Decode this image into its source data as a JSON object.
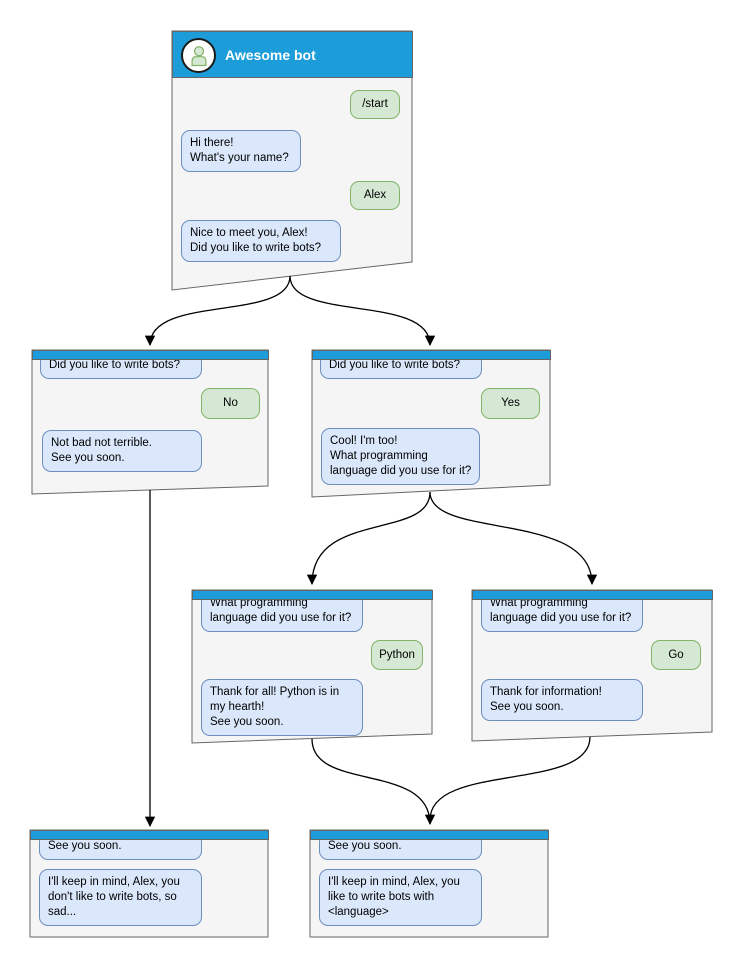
{
  "diagram": {
    "type": "chatbot-conversation-flowchart",
    "windows": [
      {
        "id": "start",
        "title": "Awesome bot",
        "avatar_icon": "person-icon",
        "messages": [
          {
            "from": "user",
            "text": "/start"
          },
          {
            "from": "bot",
            "text": "Hi there!\nWhat's your name?"
          },
          {
            "from": "user",
            "text": "Alex"
          },
          {
            "from": "bot",
            "text": "Nice to meet you, Alex!\nDid you like to write bots?"
          }
        ]
      },
      {
        "id": "branch-no",
        "messages": [
          {
            "from": "bot",
            "text": "Did you like to write bots?"
          },
          {
            "from": "user",
            "text": "No"
          },
          {
            "from": "bot",
            "text": "Not bad not terrible.\nSee you soon."
          }
        ]
      },
      {
        "id": "branch-yes",
        "messages": [
          {
            "from": "bot",
            "text": "Did you like to write bots?"
          },
          {
            "from": "user",
            "text": "Yes"
          },
          {
            "from": "bot",
            "text": "Cool! I'm too!\nWhat programming\nlanguage did you use for it?"
          }
        ]
      },
      {
        "id": "branch-python",
        "messages": [
          {
            "from": "bot",
            "text": "What programming\nlanguage did you use for it?"
          },
          {
            "from": "user",
            "text": "Python"
          },
          {
            "from": "bot",
            "text": "Thank for all! Python is in\nmy hearth!\nSee you soon."
          }
        ]
      },
      {
        "id": "branch-go",
        "messages": [
          {
            "from": "bot",
            "text": "What programming\nlanguage did you use for it?"
          },
          {
            "from": "user",
            "text": "Go"
          },
          {
            "from": "bot",
            "text": "Thank for information!\nSee you soon."
          }
        ]
      },
      {
        "id": "end-no",
        "messages": [
          {
            "from": "bot",
            "text": "See you soon."
          },
          {
            "from": "bot",
            "text": "I'll keep in mind, Alex, you\ndon't like to write bots, so\nsad..."
          }
        ]
      },
      {
        "id": "end-yes",
        "messages": [
          {
            "from": "bot",
            "text": "See you soon."
          },
          {
            "from": "bot",
            "text": "I'll keep in mind, Alex, you\nlike to write bots with\n<language>"
          }
        ]
      }
    ],
    "edges": [
      {
        "from": "start",
        "to": "branch-no"
      },
      {
        "from": "start",
        "to": "branch-yes"
      },
      {
        "from": "branch-no",
        "to": "end-no"
      },
      {
        "from": "branch-yes",
        "to": "branch-python"
      },
      {
        "from": "branch-yes",
        "to": "branch-go"
      },
      {
        "from": "branch-python",
        "to": "end-yes"
      },
      {
        "from": "branch-go",
        "to": "end-yes"
      }
    ],
    "colors": {
      "header_blue": "#1c9dd9",
      "window_fill": "#f5f5f5",
      "window_border": "#666666",
      "bot_bubble_fill": "#dbe8fb",
      "bot_bubble_border": "#6c8ebf",
      "user_bubble_fill": "#d5e8d4",
      "user_bubble_border": "#82b366",
      "arrow": "#000000",
      "title_text": "#ffffff"
    }
  }
}
